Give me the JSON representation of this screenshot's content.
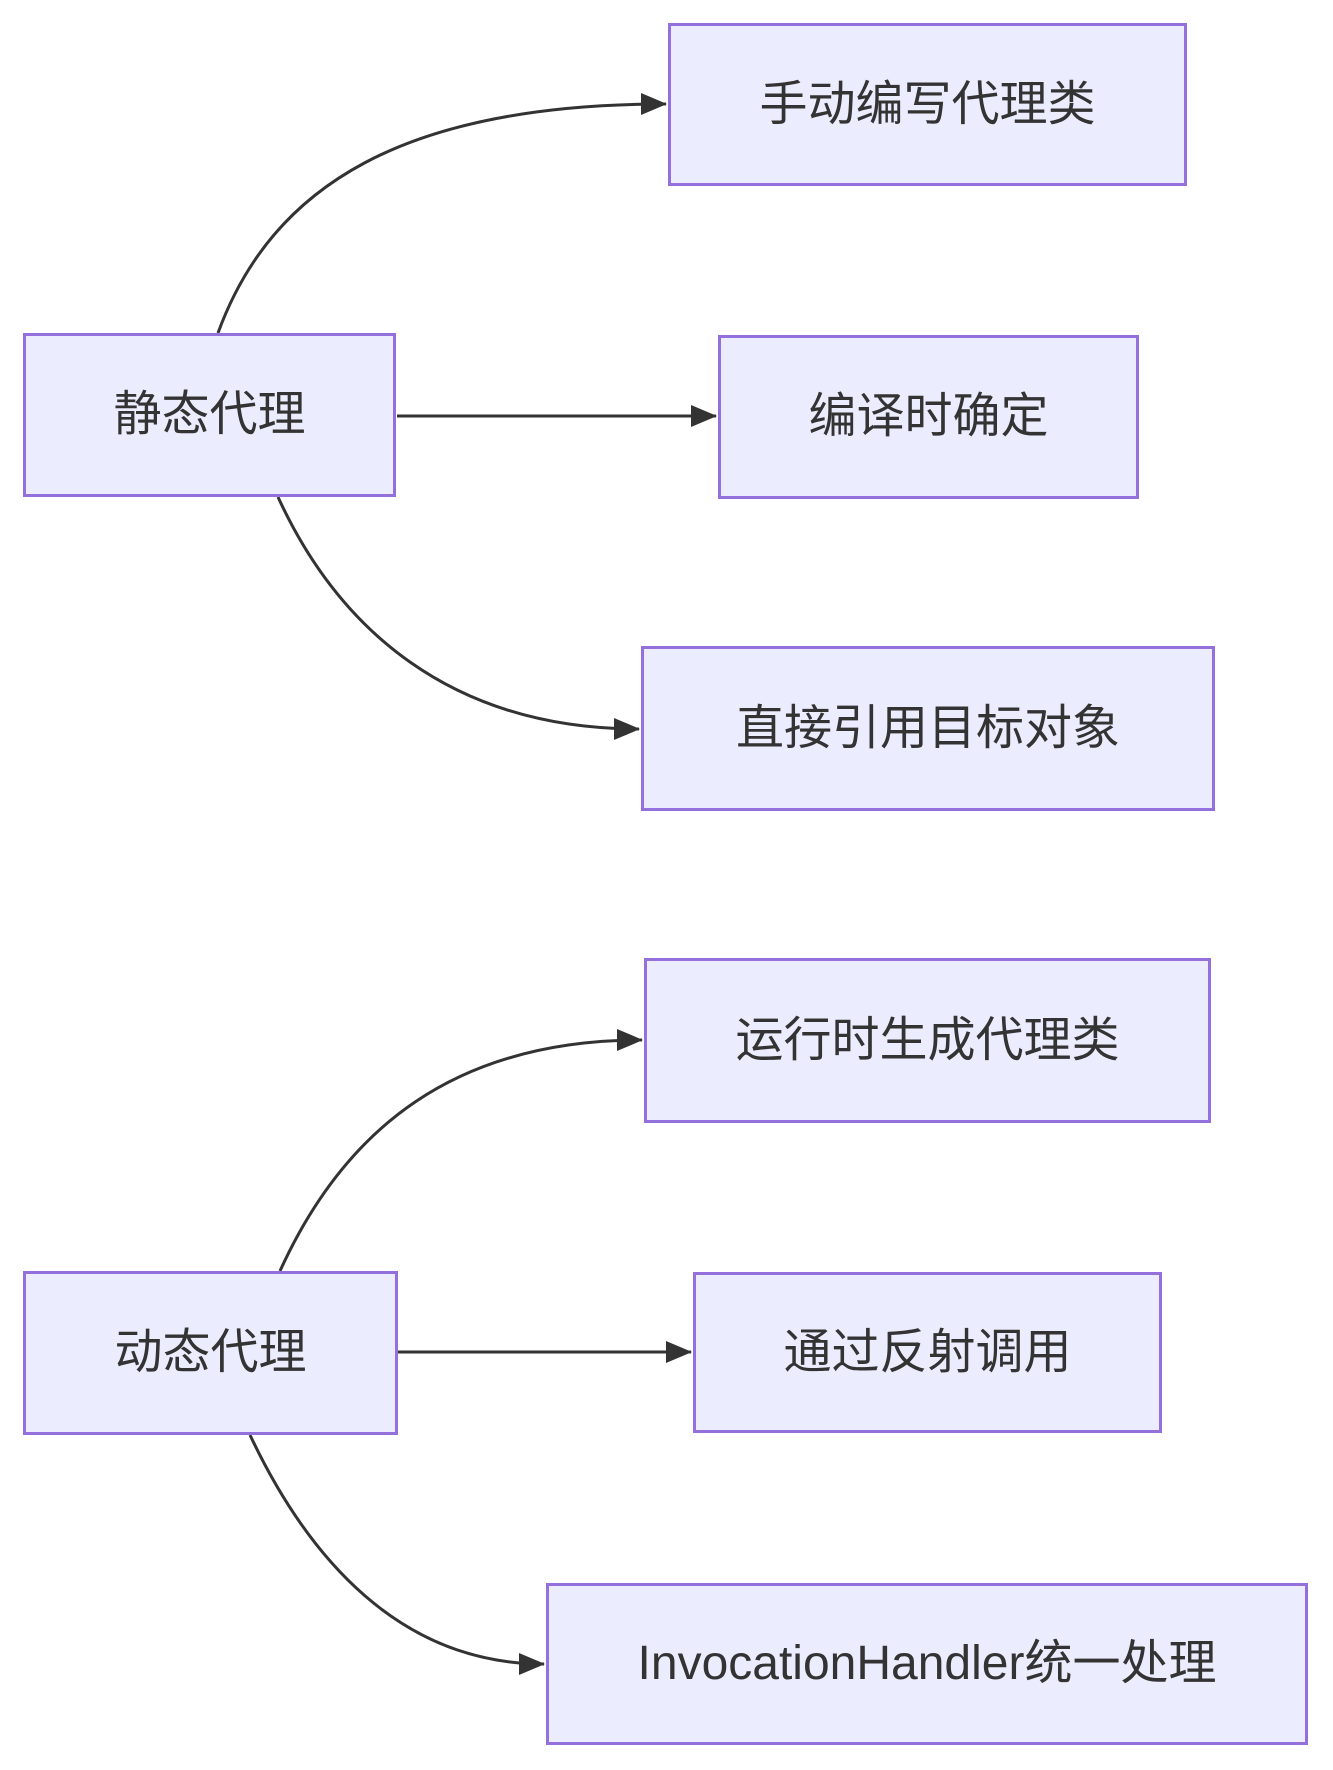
{
  "diagram": {
    "type": "flowchart",
    "direction": "left-to-right",
    "colors": {
      "background": "#FFFFFF",
      "node_fill": "#ECECFF",
      "node_border": "#9370DB",
      "edge": "#333333",
      "text": "#333333"
    },
    "nodes": [
      {
        "id": "static-proxy",
        "label": "静态代理"
      },
      {
        "id": "manual-write",
        "label": "手动编写代理类"
      },
      {
        "id": "compile-time",
        "label": "编译时确定"
      },
      {
        "id": "direct-ref",
        "label": "直接引用目标对象"
      },
      {
        "id": "dynamic-proxy",
        "label": "动态代理"
      },
      {
        "id": "runtime-gen",
        "label": "运行时生成代理类"
      },
      {
        "id": "reflection-call",
        "label": "通过反射调用"
      },
      {
        "id": "invocation-handler",
        "label": "InvocationHandler统一处理"
      }
    ],
    "edges": [
      {
        "from": "静态代理",
        "to": "手动编写代理类"
      },
      {
        "from": "静态代理",
        "to": "编译时确定"
      },
      {
        "from": "静态代理",
        "to": "直接引用目标对象"
      },
      {
        "from": "动态代理",
        "to": "运行时生成代理类"
      },
      {
        "from": "动态代理",
        "to": "通过反射调用"
      },
      {
        "from": "动态代理",
        "to": "InvocationHandler统一处理"
      }
    ]
  }
}
